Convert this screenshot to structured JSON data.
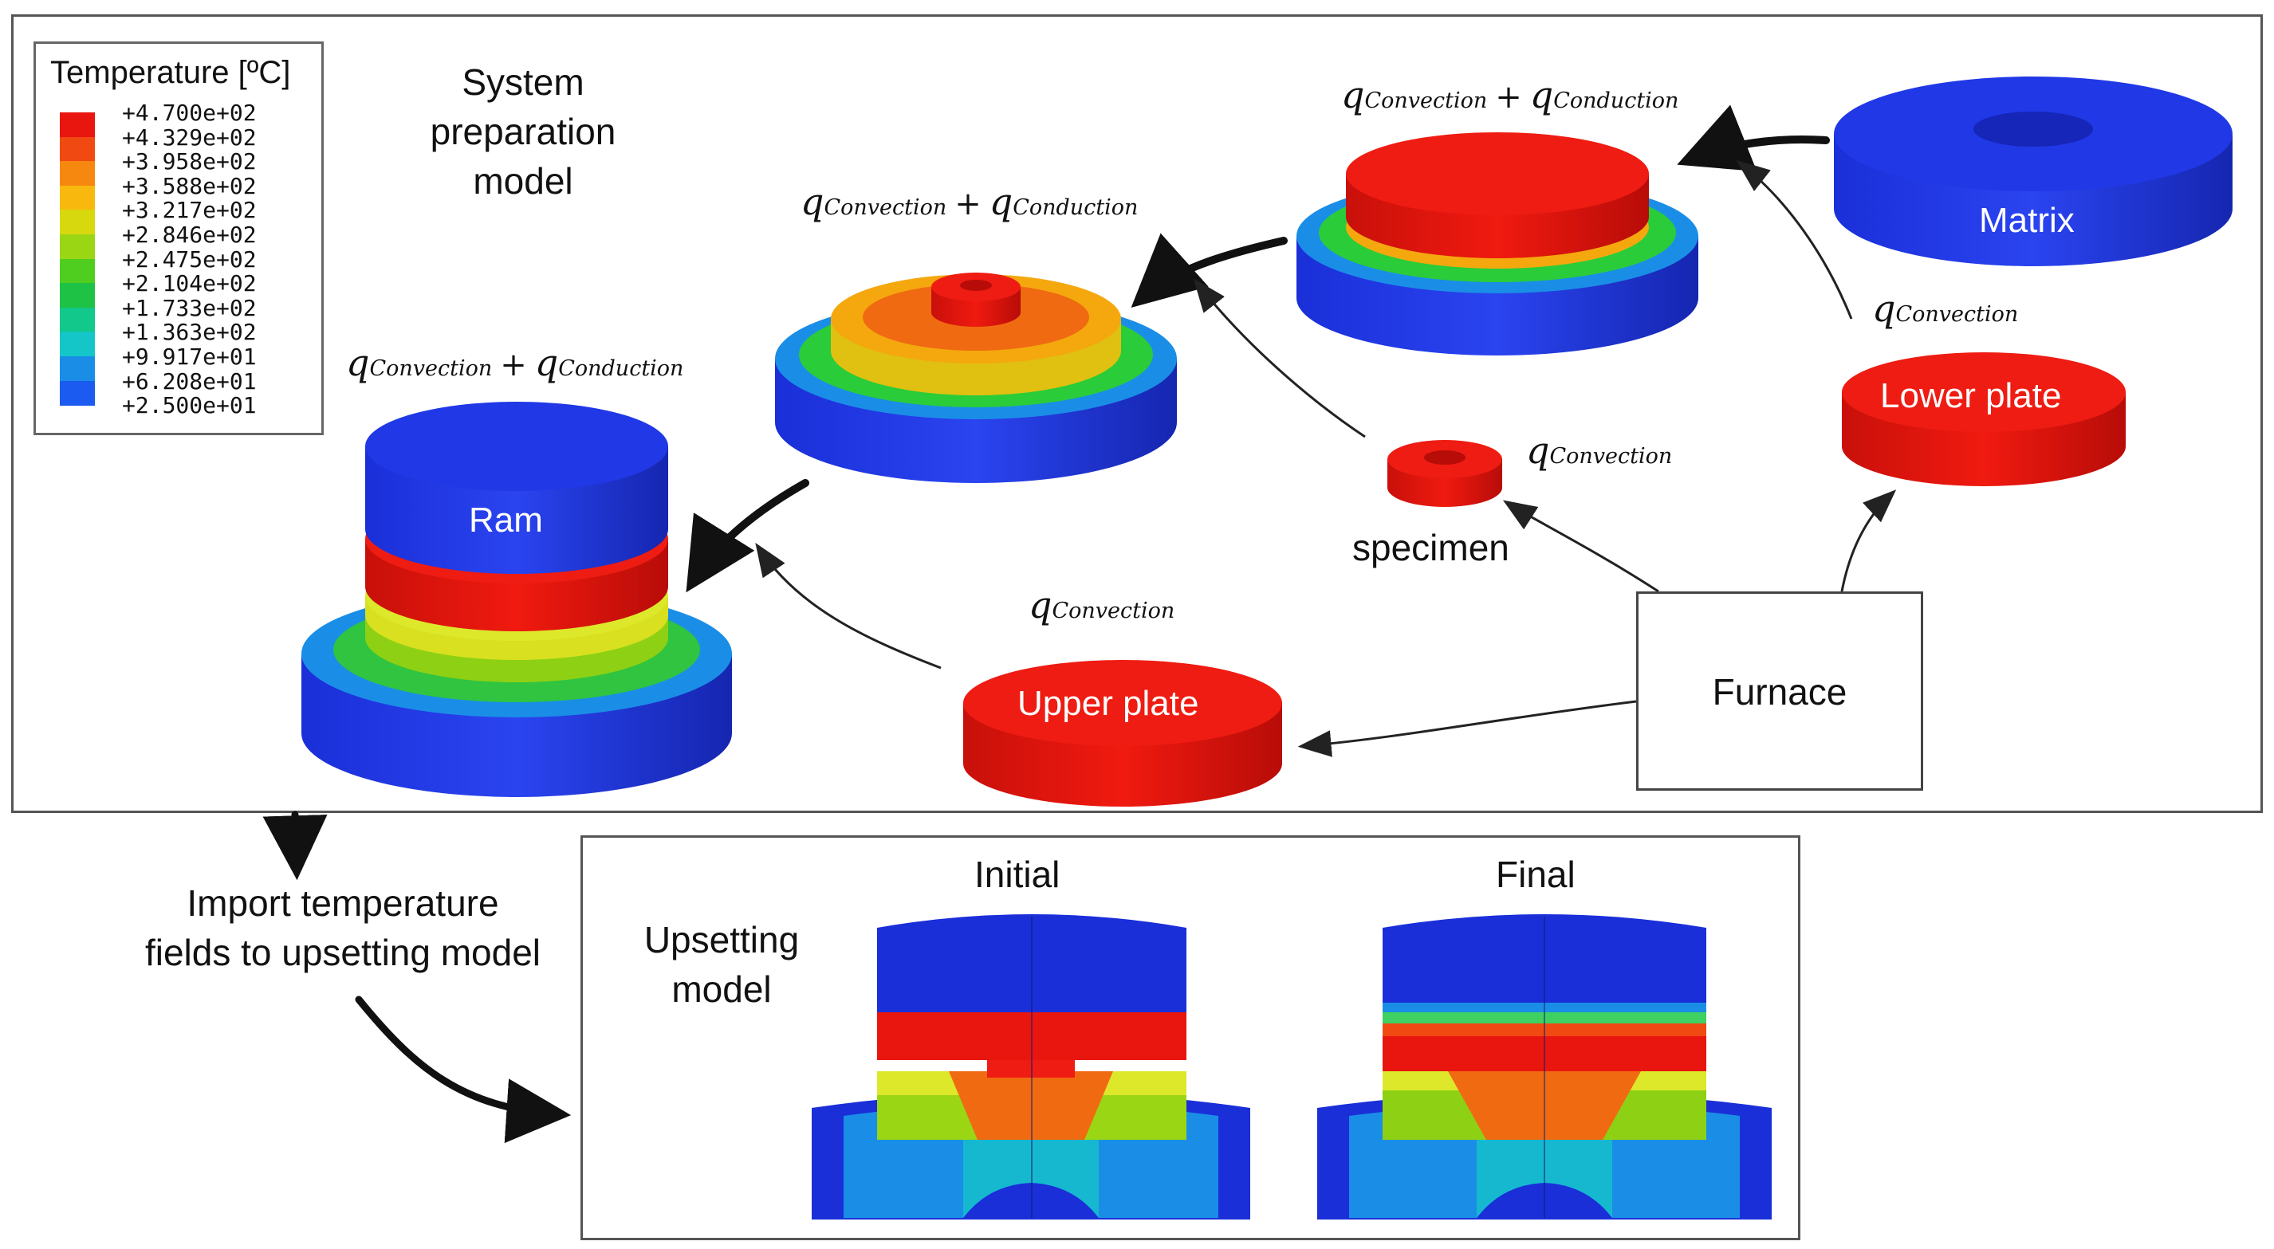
{
  "legend": {
    "title": "Temperature [ºC]",
    "values": [
      "+4.700e+02",
      "+4.329e+02",
      "+3.958e+02",
      "+3.588e+02",
      "+3.217e+02",
      "+2.846e+02",
      "+2.475e+02",
      "+2.104e+02",
      "+1.733e+02",
      "+1.363e+02",
      "+9.917e+01",
      "+6.208e+01",
      "+2.500e+01"
    ],
    "colors": [
      "#e8160f",
      "#f04a12",
      "#f6870f",
      "#f8b80e",
      "#d8d80e",
      "#9ad614",
      "#4fce20",
      "#1ec245",
      "#12c88a",
      "#15c6c8",
      "#1a8ee6",
      "#1b5bf0",
      "#1a2fd8"
    ]
  },
  "labels": {
    "system_model": [
      "System",
      "preparation",
      "model"
    ],
    "ram": "Ram",
    "matrix": "Matrix",
    "lower_plate": "Lower plate",
    "upper_plate": "Upper plate",
    "specimen": "specimen",
    "furnace": "Furnace",
    "import_text": [
      "Import temperature",
      "fields to upsetting model"
    ],
    "upsetting_model": [
      "Upsetting",
      "model"
    ],
    "initial": "Initial",
    "final": "Final"
  },
  "heat_terms": {
    "q": "q",
    "convection": "Convection",
    "conduction": "Conduction",
    "plus": "+"
  },
  "colors": {
    "hot_red": "#e8160f",
    "cold_blue": "#1a2fd8",
    "frame": "#555555"
  }
}
